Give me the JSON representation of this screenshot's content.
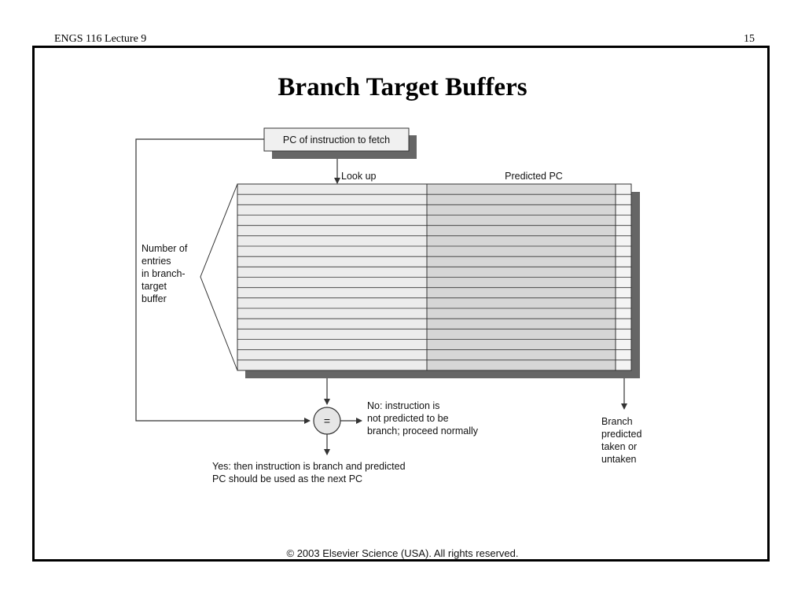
{
  "header": {
    "course": "ENGS 116  Lecture 9",
    "slide_number": "15"
  },
  "slide": {
    "title": "Branch Target Buffers",
    "copyright": "© 2003 Elsevier Science (USA). All rights reserved."
  },
  "diagram": {
    "pc_box_label": "PC of instruction to fetch",
    "lookup_label": "Look up",
    "predicted_pc_label": "Predicted PC",
    "entries_label": [
      "Number of",
      "entries",
      "in branch-",
      "target",
      "buffer"
    ],
    "compare_symbol": "=",
    "no_label": [
      "No:  instruction is",
      "not predicted to be",
      "branch; proceed normally"
    ],
    "yes_label": [
      "Yes:  then instruction is branch and predicted",
      "PC should be used as the next PC"
    ],
    "branch_label": [
      "Branch",
      "predicted",
      "taken or",
      "untaken"
    ],
    "table_rows": 18,
    "colors": {
      "lookup_column": "#ececec",
      "predicted_column": "#d6d6d6",
      "shadow": "#666666",
      "line": "#333333"
    }
  }
}
